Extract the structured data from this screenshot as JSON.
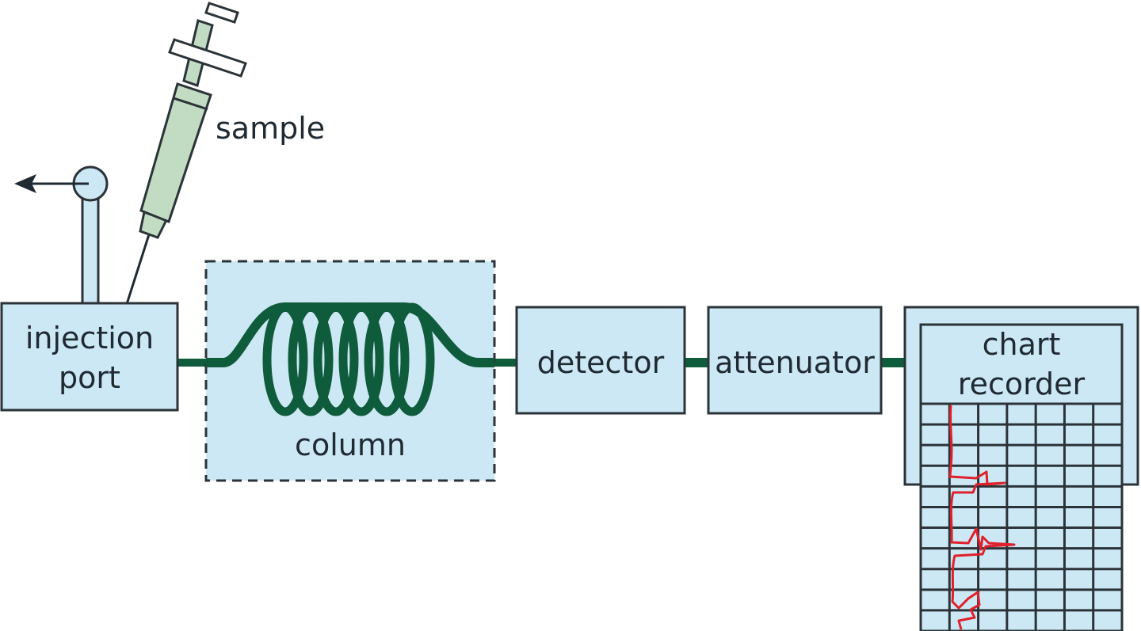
{
  "labels": {
    "sample": "sample",
    "injection_line1": "injection",
    "injection_line2": "port",
    "column": "column",
    "detector": "detector",
    "attenuator": "attenuator",
    "recorder_line1": "chart",
    "recorder_line2": "recorder"
  },
  "colors": {
    "box_fill": "#cde8f5",
    "outline": "#2b3338",
    "tubing": "#0f5c3c",
    "syringe_fill": "#c2dcc4",
    "trace": "#e0202a"
  }
}
